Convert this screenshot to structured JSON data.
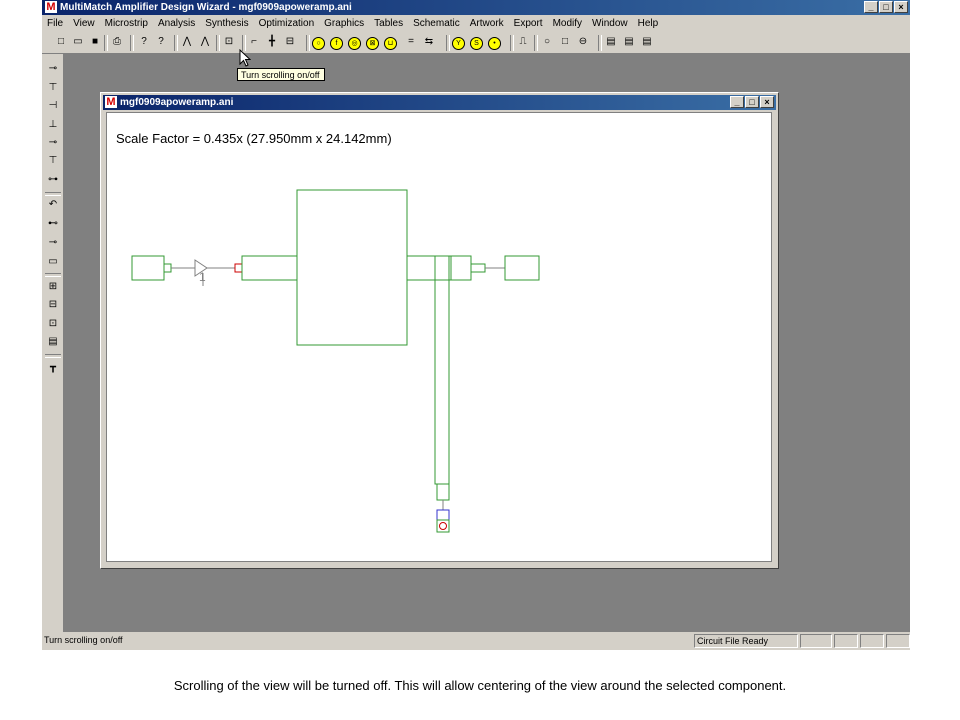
{
  "app": {
    "title": "MultiMatch Amplifier Design Wizard - mgf0909apoweramp.ani",
    "logo": "M"
  },
  "window_buttons": {
    "minimize": "_",
    "maximize": "□",
    "close": "×"
  },
  "menu": [
    "File",
    "View",
    "Microstrip",
    "Analysis",
    "Synthesis",
    "Optimization",
    "Graphics",
    "Tables",
    "Schematic",
    "Artwork",
    "Export",
    "Modify",
    "Window",
    "Help"
  ],
  "toolbar": {
    "buttons": [
      {
        "name": "new-file-icon",
        "glyph": "□"
      },
      {
        "name": "open-folder-icon",
        "glyph": "▭"
      },
      {
        "name": "save-disk-icon",
        "glyph": "■"
      },
      {
        "name": "print-icon",
        "glyph": "⎙"
      },
      {
        "name": "help-question-icon",
        "glyph": "?"
      },
      {
        "name": "context-help-icon",
        "glyph": "?"
      },
      {
        "name": "draw-line-icon",
        "glyph": "⋀"
      },
      {
        "name": "draw-line-alt-icon",
        "glyph": "⋀"
      },
      {
        "name": "scroll-toggle-icon",
        "glyph": "⊡"
      },
      {
        "name": "component-bend-icon",
        "glyph": "⌐"
      },
      {
        "name": "component-tee-icon",
        "glyph": "╋"
      },
      {
        "name": "component-box-icon",
        "glyph": "⊟"
      },
      {
        "name": "yellow-circle-icon",
        "glyph": "○"
      },
      {
        "name": "yellow-f-icon",
        "glyph": "f"
      },
      {
        "name": "yellow-target-icon",
        "glyph": "◎"
      },
      {
        "name": "yellow-x-box-icon",
        "glyph": "⊠"
      },
      {
        "name": "yellow-sub-icon",
        "glyph": "⊔"
      },
      {
        "name": "equals-icon",
        "glyph": "="
      },
      {
        "name": "arrows-icon",
        "glyph": "⇆"
      },
      {
        "name": "yellow-y-icon",
        "glyph": "Y"
      },
      {
        "name": "yellow-s-icon",
        "glyph": "S"
      },
      {
        "name": "yellow-dot-icon",
        "glyph": "•"
      },
      {
        "name": "pulse-icon",
        "glyph": "⎍"
      },
      {
        "name": "circle-outline-icon",
        "glyph": "○"
      },
      {
        "name": "square-outline-icon",
        "glyph": "□"
      },
      {
        "name": "circle-minus-icon",
        "glyph": "⊖"
      },
      {
        "name": "stack-icon",
        "glyph": "▤"
      },
      {
        "name": "stack-alt-icon",
        "glyph": "▤"
      },
      {
        "name": "stack-third-icon",
        "glyph": "▤"
      }
    ]
  },
  "tooltip": "Turn scrolling on/off",
  "left_toolbar": {
    "buttons": [
      {
        "name": "series-l-icon",
        "glyph": "⊸"
      },
      {
        "name": "shunt-l-icon",
        "glyph": "⊤"
      },
      {
        "name": "series-c-icon",
        "glyph": "⊣"
      },
      {
        "name": "shunt-c-icon",
        "glyph": "⊥"
      },
      {
        "name": "series-r-icon",
        "glyph": "⊸"
      },
      {
        "name": "shunt-r-icon",
        "glyph": "⊤"
      },
      {
        "name": "transmission-line-icon",
        "glyph": "⊶"
      },
      {
        "name": "undo-icon",
        "glyph": "↶"
      },
      {
        "name": "coupler-icon",
        "glyph": "⊷"
      },
      {
        "name": "line-stub-icon",
        "glyph": "⊸"
      },
      {
        "name": "rectangle-icon",
        "glyph": "▭"
      },
      {
        "name": "zoom-in-icon",
        "glyph": "⊞"
      },
      {
        "name": "zoom-out-icon",
        "glyph": "⊟"
      },
      {
        "name": "zoom-fit-icon",
        "glyph": "⊡"
      },
      {
        "name": "properties-icon",
        "glyph": "▤"
      },
      {
        "name": "tee-junction-icon",
        "glyph": "┳"
      }
    ]
  },
  "child_window": {
    "title": "mgf0909apoweramp.ani",
    "scale_text": "Scale Factor =  0.435x (27.950mm x 24.142mm)",
    "component_label": "1"
  },
  "status": {
    "message": "Turn scrolling on/off",
    "state": "Circuit File Ready"
  },
  "caption": "Scrolling of the view will be turned off. This will allow centering of the view around the selected component.",
  "colors": {
    "layout_stroke": "#339933",
    "schematic_stroke": "#808080",
    "blue_pad": "#3333cc",
    "red_via": "#cc0000",
    "title_gradient_start": "#0a246a",
    "title_gradient_end": "#3a6ea5"
  }
}
